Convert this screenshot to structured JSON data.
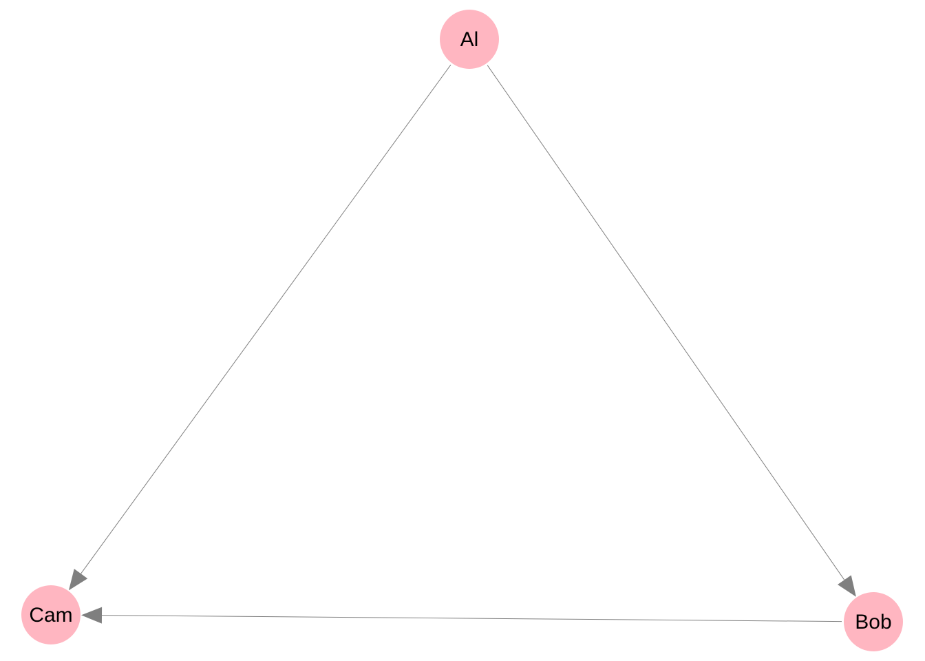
{
  "graph": {
    "colors": {
      "node_fill": "#ffb6c1",
      "edge_stroke": "#808080",
      "arrow_fill": "#7f7f7f",
      "label_color": "#000000",
      "background": "#ffffff"
    },
    "nodes": [
      {
        "id": "al",
        "label": "Al"
      },
      {
        "id": "bob",
        "label": "Bob"
      },
      {
        "id": "cam",
        "label": "Cam"
      }
    ],
    "edges": [
      {
        "from": "al",
        "to": "cam"
      },
      {
        "from": "al",
        "to": "bob"
      },
      {
        "from": "bob",
        "to": "cam"
      }
    ]
  }
}
